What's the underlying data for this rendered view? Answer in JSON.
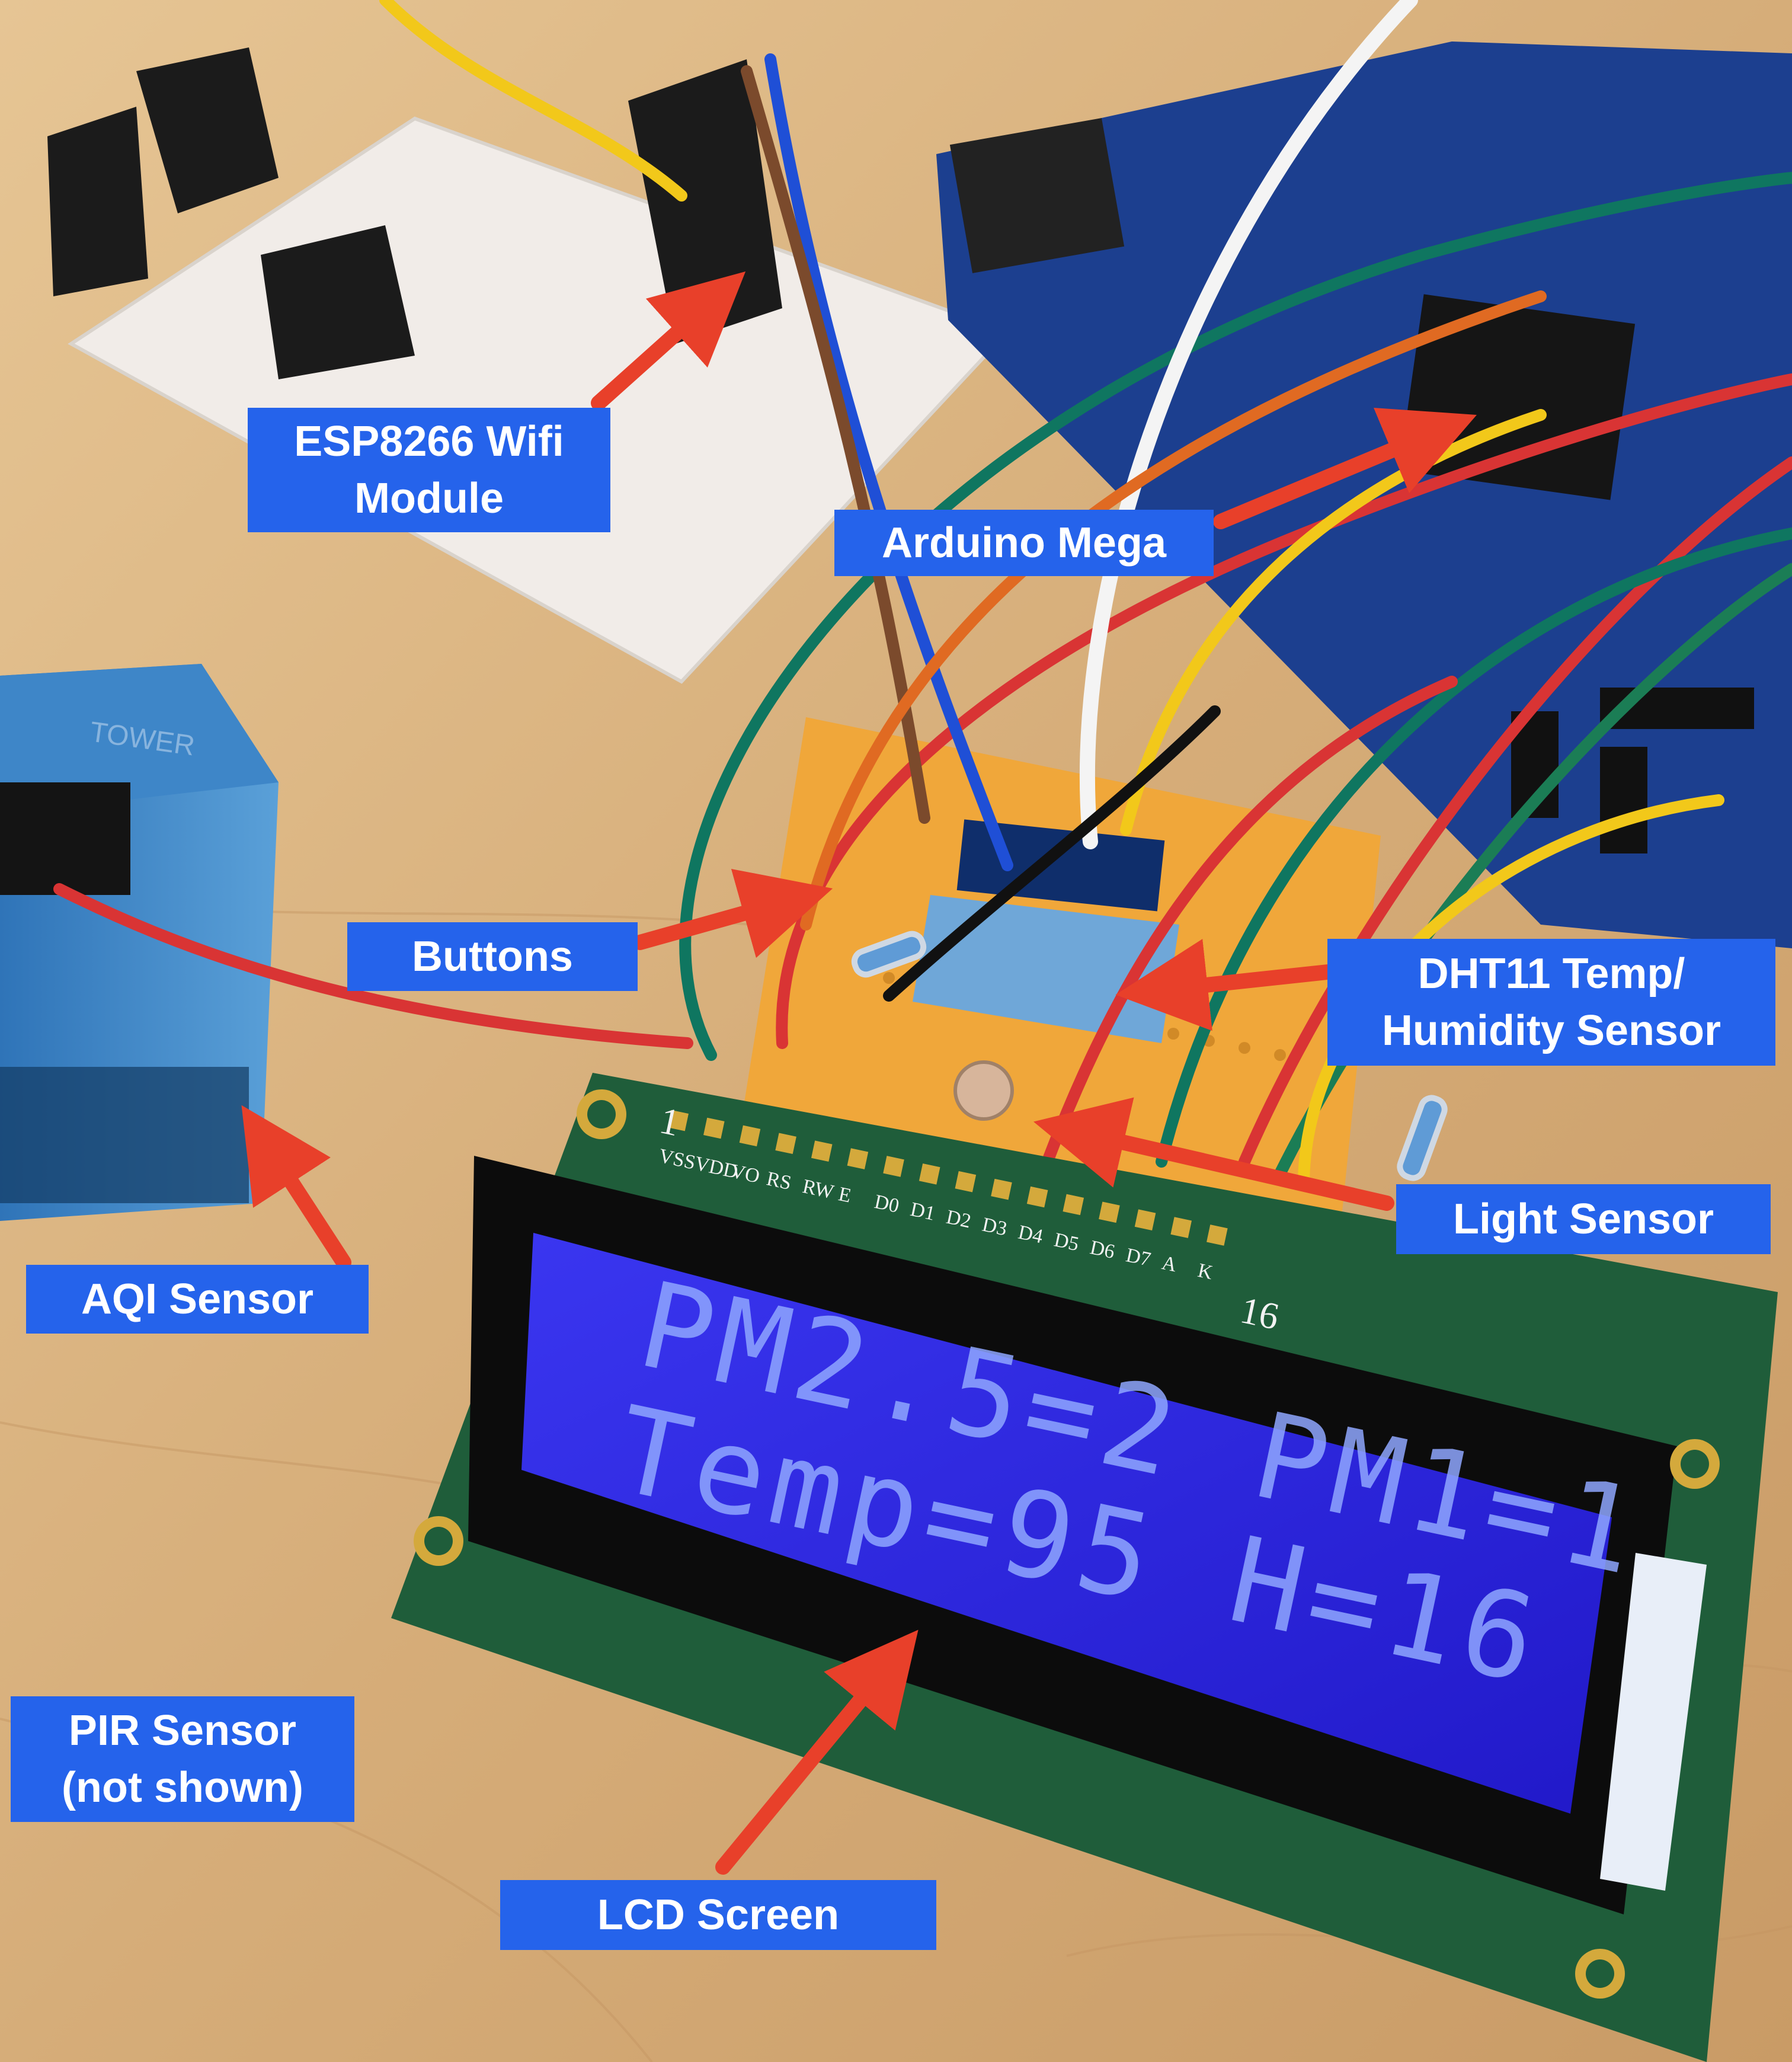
{
  "labels": {
    "esp8266": "ESP8266 Wifi\nModule",
    "arduino": "Arduino Mega",
    "buttons": "Buttons",
    "dht11": "DHT11 Temp/\nHumidity Sensor",
    "light": "Light  Sensor",
    "aqi": "AQI Sensor",
    "pir": "PIR Sensor\n(not shown)",
    "lcd": "LCD Screen"
  },
  "lcd": {
    "line1": "PM2.5=2  PM1=1",
    "line2": "Temp=95  H=16",
    "pin_labels": [
      "VSS",
      "VDD",
      "VO",
      "RS",
      "RW",
      "E",
      "D0",
      "D1",
      "D2",
      "D3",
      "D4",
      "D5",
      "D6",
      "D7",
      "A",
      "K"
    ],
    "pin_first": "1",
    "pin_last": "16",
    "sensor_brand": "TOWER"
  },
  "colors": {
    "label_background": "#2563eb",
    "label_text": "#ffffff",
    "arrow": "#e8402a",
    "lcd_backlight": "#2d27e0",
    "lcd_text": "#8fa6ff",
    "pcb_green": "#1f5d3a",
    "arduino_blue": "#1c3f8f",
    "breadboard_orange": "#f0a73a",
    "table_wood": "#d9b483"
  }
}
